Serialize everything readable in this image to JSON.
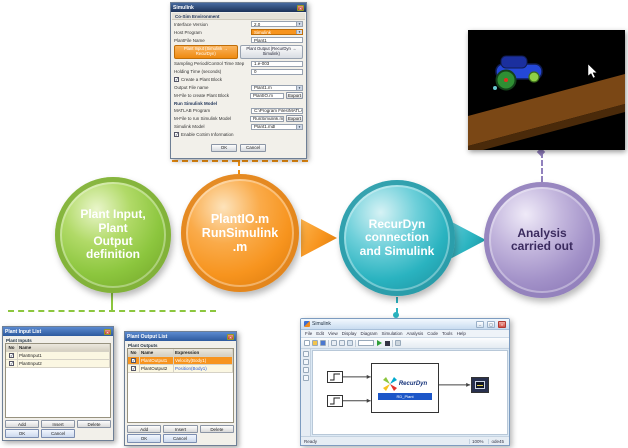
{
  "flow": {
    "nodes": [
      {
        "label": "Plant Input, Plant Output definition",
        "color": "#8cc63e"
      },
      {
        "label": "PlantIO.m RunSimulink.m",
        "color": "#f7941e"
      },
      {
        "label": "RecurDyn connection and Simulink",
        "color": "#2ab3c0"
      },
      {
        "label": "Analysis carried out",
        "color": "#a291c8"
      }
    ]
  },
  "cosim_dialog": {
    "title": "Simulink",
    "group_label": "Co-Sim Environment",
    "fields": {
      "interface_version": {
        "label": "Interface Version",
        "value": "2.0"
      },
      "host_program": {
        "label": "Host Program",
        "value": "Simulink"
      },
      "plantfile_name": {
        "label": "PlantFile Name",
        "value": "Plant1"
      },
      "sampling_period": {
        "label": "Sampling Period/Control Time Step",
        "value": "1.e-003"
      },
      "holding_time": {
        "label": "Holding Time (seconds)",
        "value": "0"
      },
      "output_file_name": {
        "label": "Output File name",
        "value": "Plant1.m"
      },
      "mfile_create": {
        "label": "M-File to create Plant Block",
        "value": "PlantIO.m"
      },
      "matlab_program": {
        "label": "MATLAB Program",
        "value": "C:\\Program Files\\MATLAB"
      },
      "mfile_run": {
        "label": "M-File to run Simulink Model",
        "value": "RunSimulink.m"
      },
      "simulink_model": {
        "label": "Simulink Model",
        "value": "Plant1.mdl"
      }
    },
    "plant_input_button": "Plant Input (Simulink → RecurDyn)",
    "plant_output_button": "Plant Output (RecurDyn → Simulink)",
    "create_plant_block_label": "Create a Plant Block",
    "run_section_label": "Run Simulink Model",
    "enable_cosim_label": "Enable CoSim Information",
    "export_label": "Export",
    "ok_label": "OK",
    "cancel_label": "Cancel"
  },
  "plant_input_dialog": {
    "title": "Plant Input List",
    "section_label": "Plant Inputs",
    "columns": [
      "No",
      "Name"
    ],
    "rows": [
      {
        "name": "PlantInput1"
      },
      {
        "name": "PlantInput2"
      }
    ],
    "add_label": "Add",
    "insert_label": "Insert",
    "delete_label": "Delete",
    "ok_label": "OK",
    "cancel_label": "Cancel"
  },
  "plant_output_dialog": {
    "title": "Plant Output List",
    "section_label": "Plant Outputs",
    "columns": [
      "No",
      "Name",
      "Expression"
    ],
    "rows": [
      {
        "name": "PlantOutput1",
        "expression": "Velocity(Body1)"
      },
      {
        "name": "PlantOutput2",
        "expression": "Position(Body1)"
      }
    ],
    "add_label": "Add",
    "insert_label": "Insert",
    "delete_label": "Delete",
    "ok_label": "OK",
    "cancel_label": "Cancel"
  },
  "simulink_window": {
    "title": "Simulink",
    "menus": [
      "File",
      "Edit",
      "View",
      "Display",
      "Diagram",
      "Simulation",
      "Analysis",
      "Code",
      "Tools",
      "Help"
    ],
    "logo_text": "RecurDyn",
    "block_name": "RD_Plant",
    "status_left": "Ready",
    "zoom_level": "100%",
    "solver": "ode45"
  },
  "scene3d": {
    "background_color": "#000000",
    "road_color": "#7a4715",
    "car_color": "#2448d8",
    "wheel_color": "#2f8f33"
  }
}
